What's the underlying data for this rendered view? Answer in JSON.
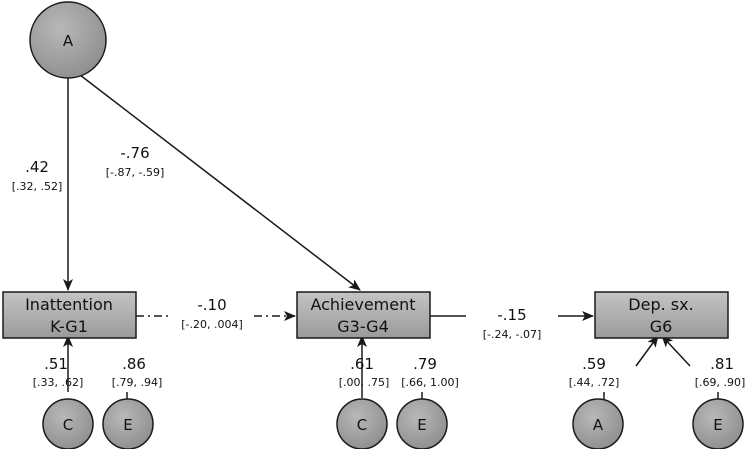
{
  "colors": {
    "node_fill": "#a9a9a9",
    "circle_fill": "#9b9b9b",
    "stroke": "#1a1a1a"
  },
  "nodes": {
    "latent_a_top": "A",
    "inattention": {
      "line1": "Inattention",
      "line2": "K-G1"
    },
    "achievement": {
      "line1": "Achievement",
      "line2": "G3-G4"
    },
    "depression": {
      "line1": "Dep. sx.",
      "line2": "G6"
    },
    "inattention_c": "C",
    "inattention_e": "E",
    "achievement_c": "C",
    "achievement_e": "E",
    "depression_a": "A",
    "depression_e": "E"
  },
  "paths": {
    "a_to_inattention": {
      "coef": ".42",
      "ci": "[.32, .52]"
    },
    "a_to_achievement": {
      "coef": "-.76",
      "ci": "[-.87, -.59]"
    },
    "inattention_to_achievement": {
      "coef": "-.10",
      "ci": "[-.20, .004]"
    },
    "achievement_to_depression": {
      "coef": "-.15",
      "ci": "[-.24, -.07]"
    },
    "inattention_c": {
      "coef": ".51",
      "ci": "[.33, .62]"
    },
    "inattention_e": {
      "coef": ".86",
      "ci": "[.79, .94]"
    },
    "achievement_c": {
      "coef": ".61",
      "ci": "[.00, .75]"
    },
    "achievement_e": {
      "coef": ".79",
      "ci": "[.66, 1.00]"
    },
    "depression_a": {
      "coef": ".59",
      "ci": "[.44, .72]"
    },
    "depression_e": {
      "coef": ".81",
      "ci": "[.69, .90]"
    }
  }
}
